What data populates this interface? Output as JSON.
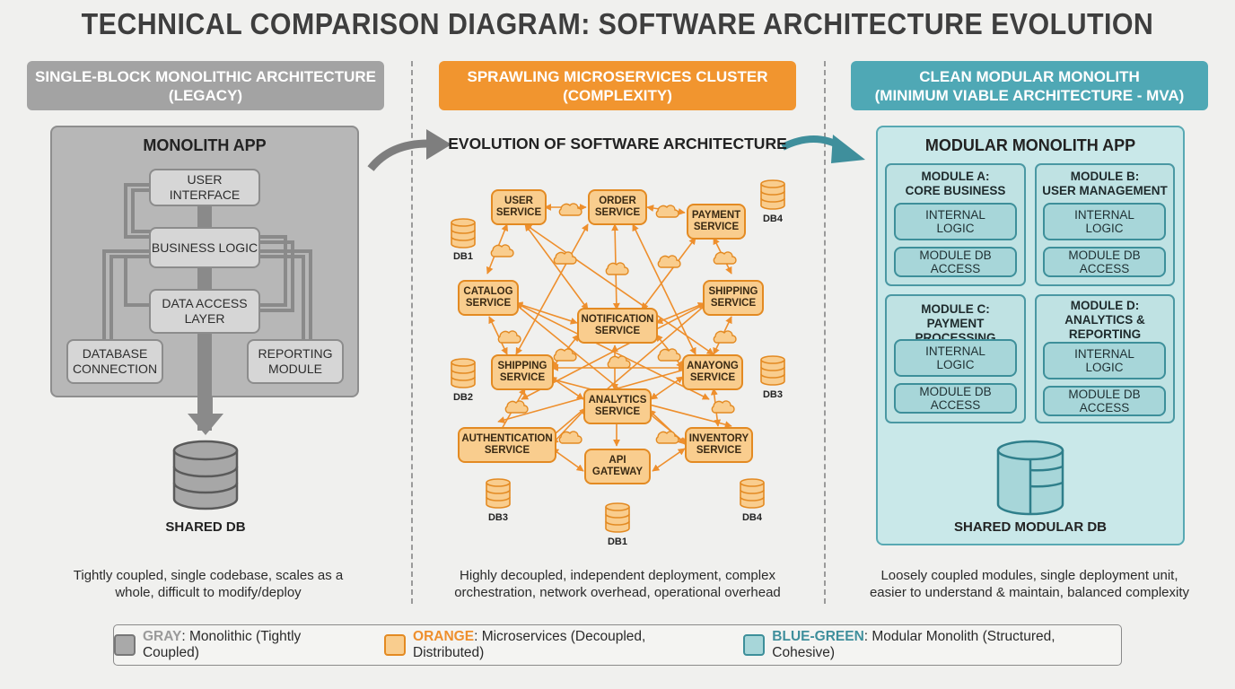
{
  "title": "TECHNICAL COMPARISON DIAGRAM: SOFTWARE ARCHITECTURE EVOLUTION",
  "colors": {
    "gray": "#a3a3a3",
    "orange": "#f1952f",
    "blue_green": "#4fa8b5"
  },
  "columns": {
    "monolith": {
      "header_line1": "SINGLE-BLOCK MONOLITHIC ARCHITECTURE",
      "header_line2": "(LEGACY)",
      "app_title": "MONOLITH APP",
      "ui": "USER INTERFACE",
      "business": "BUSINESS LOGIC",
      "data_access_line1": "DATA ACCESS",
      "data_access_line2": "LAYER",
      "db_conn_line1": "DATABASE",
      "db_conn_line2": "CONNECTION",
      "reporting_line1": "REPORTING",
      "reporting_line2": "MODULE",
      "db_label": "SHARED DB",
      "desc_line1": "Tightly coupled, single codebase, scales as a",
      "desc_line2": "whole, difficult to modify/deploy"
    },
    "micro": {
      "header_line1": "SPRAWLING MICROSERVICES CLUSTER",
      "header_line2": "(COMPLEXITY)",
      "cluster_title": "EVOLUTION OF SOFTWARE ARCHITECTURE",
      "services": {
        "user": [
          "USER",
          "SERVICE"
        ],
        "order": [
          "ORDER",
          "SERVICE"
        ],
        "payment": [
          "PAYMENT",
          "SERVICE"
        ],
        "catalog": [
          "CATALOG",
          "SERVICE"
        ],
        "shipping_r": [
          "SHIPPING",
          "SERVICE"
        ],
        "notification": [
          "NOTIFICATION",
          "SERVICE"
        ],
        "shipping_l": [
          "SHIPPING",
          "SERVICE"
        ],
        "anayong": [
          "ANAYONG",
          "SERVICE"
        ],
        "analytics": [
          "ANALYTICS",
          "SERVICE"
        ],
        "auth": [
          "AUTHENTICATION",
          "SERVICE"
        ],
        "inventory": [
          "INVENTORY",
          "SERVICE"
        ],
        "gateway": [
          "API",
          "GATEWAY"
        ]
      },
      "dbs": {
        "db1_top": "DB1",
        "db4_top": "DB4",
        "db2": "DB2",
        "db3_right": "DB3",
        "db3_bottom": "DB3",
        "db4_bottom": "DB4",
        "db1_bottom": "DB1"
      },
      "desc_line1": "Highly decoupled, independent deployment, complex",
      "desc_line2": "orchestration, network overhead, operational overhead"
    },
    "modular": {
      "header_line1": "CLEAN MODULAR MONOLITH",
      "header_line2": "(MINIMUM VIABLE ARCHITECTURE - MVA)",
      "app_title": "MODULAR MONOLITH APP",
      "modules": [
        {
          "title_line1": "MODULE A:",
          "title_line2": "CORE BUSINESS",
          "title_line3": "",
          "logic_line1": "INTERNAL",
          "logic_line2": "LOGIC",
          "db_access": "MODULE DB ACCESS"
        },
        {
          "title_line1": "MODULE B:",
          "title_line2": "USER MANAGEMENT",
          "title_line3": "",
          "logic_line1": "INTERNAL",
          "logic_line2": "LOGIC",
          "db_access": "MODULE DB ACCESS"
        },
        {
          "title_line1": "MODULE C:",
          "title_line2": "PAYMENT PROCESSING",
          "title_line3": "",
          "logic_line1": "INTERNAL",
          "logic_line2": "LOGIC",
          "db_access": "MODULE DB ACCESS"
        },
        {
          "title_line1": "MODULE D:",
          "title_line2": "ANALYTICS &",
          "title_line3": "REPORTING",
          "logic_line1": "INTERNAL",
          "logic_line2": "LOGIC",
          "db_access": "MODULE DB ACCESS"
        }
      ],
      "db_label": "SHARED MODULAR DB",
      "desc_line1": "Loosely coupled modules, single deployment unit,",
      "desc_line2": "easier to understand & maintain, balanced complexity"
    }
  },
  "legend": {
    "gray_key": "GRAY",
    "gray_text": ": Monolithic (Tightly Coupled)",
    "orange_key": "ORANGE",
    "orange_text": ": Microservices (Decoupled, Distributed)",
    "blue_key": "BLUE-GREEN",
    "blue_text": ": Modular Monolith (Structured, Cohesive)"
  }
}
